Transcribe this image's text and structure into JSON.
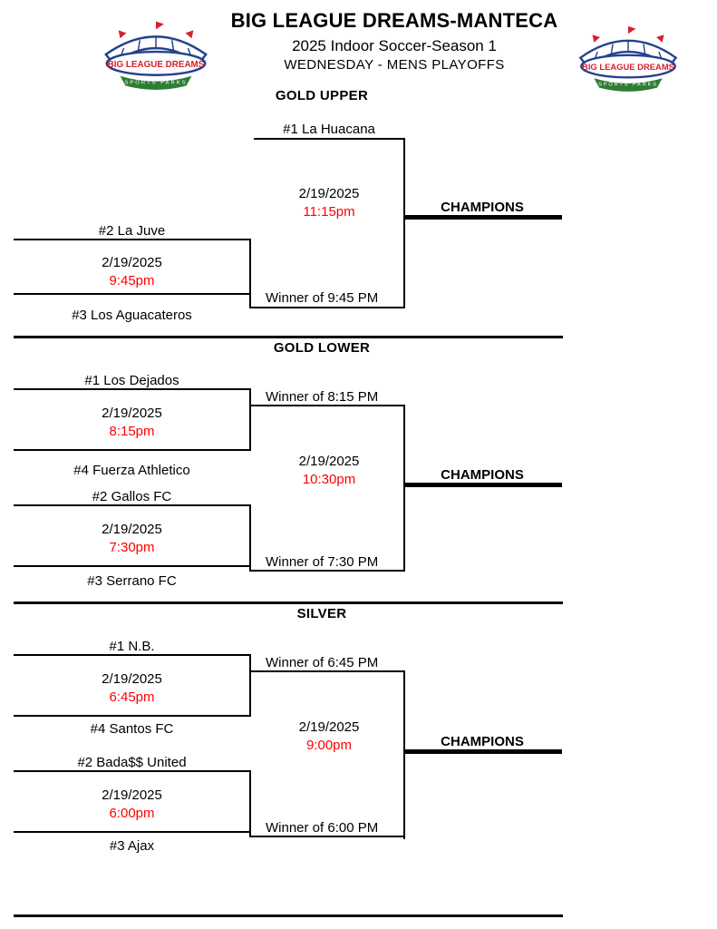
{
  "page": {
    "title": "BIG LEAGUE DREAMS-MANTECA",
    "subtitle": "2025 Indoor Soccer-Season 1",
    "subheading": "WEDNESDAY - MENS PLAYOFFS"
  },
  "logo": {
    "name": "BIG LEAGUE DREAMS",
    "tagline": "SPORTS PARKS"
  },
  "colors": {
    "time_color": "#ff0000",
    "line_color": "#000000",
    "logo_red": "#d6202f",
    "logo_blue": "#24418e",
    "logo_green": "#2f7d33"
  },
  "brackets": [
    {
      "name": "GOLD UPPER",
      "bye_team": "#1 La Huacana",
      "semi": {
        "top_team": "#2 La Juve",
        "bottom_team": "#3 Los Aguacateros",
        "date": "2/19/2025",
        "time": "9:45pm"
      },
      "final": {
        "date": "2/19/2025",
        "time": "11:15pm",
        "winner_label": "Winner of 9:45 PM"
      },
      "champion_label": "CHAMPIONS"
    },
    {
      "name": "GOLD LOWER",
      "semis": [
        {
          "top_team": "#1 Los Dejados",
          "bottom_team": "#4 Fuerza Athletico",
          "date": "2/19/2025",
          "time": "8:15pm",
          "winner_label": "Winner of 8:15 PM"
        },
        {
          "top_team": "#2 Gallos FC",
          "bottom_team": "#3 Serrano FC",
          "date": "2/19/2025",
          "time": "7:30pm",
          "winner_label": "Winner of 7:30 PM"
        }
      ],
      "final": {
        "date": "2/19/2025",
        "time": "10:30pm"
      },
      "champion_label": "CHAMPIONS"
    },
    {
      "name": "SILVER",
      "semis": [
        {
          "top_team": "#1 N.B.",
          "bottom_team": "#4 Santos FC",
          "date": "2/19/2025",
          "time": "6:45pm",
          "winner_label": "Winner of 6:45 PM"
        },
        {
          "top_team": "#2 Bada$$ United",
          "bottom_team": "#3 Ajax",
          "date": "2/19/2025",
          "time": "6:00pm",
          "winner_label": "Winner of 6:00 PM"
        }
      ],
      "final": {
        "date": "2/19/2025",
        "time": "9:00pm"
      },
      "champion_label": "CHAMPIONS"
    }
  ]
}
